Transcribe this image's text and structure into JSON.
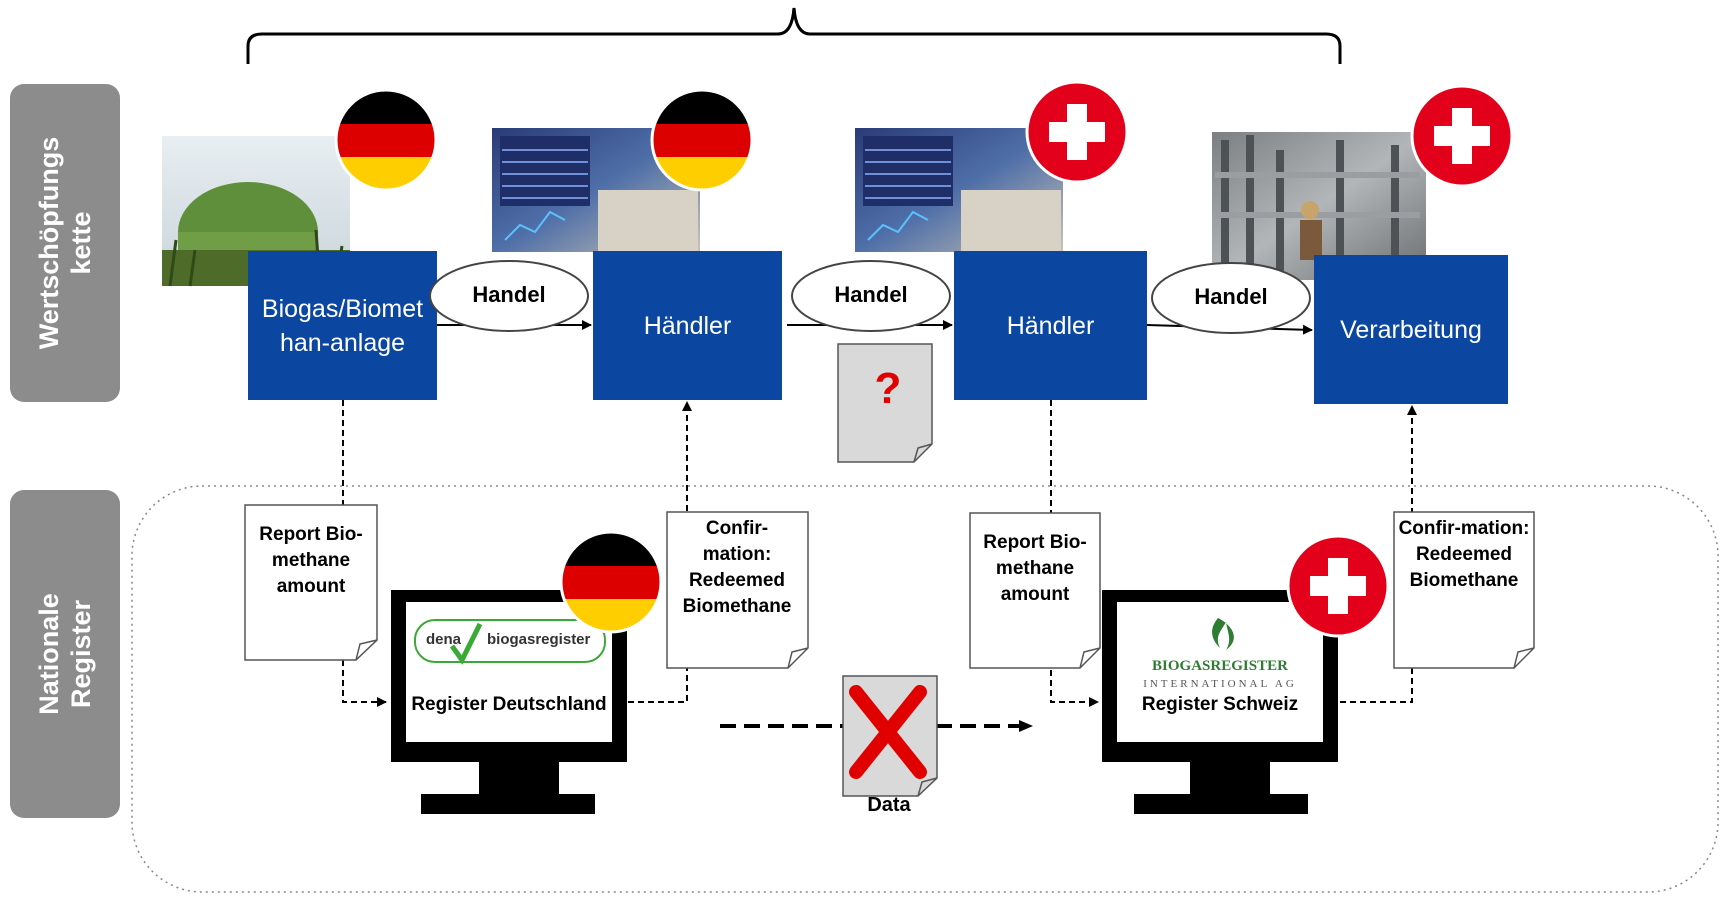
{
  "side_labels": {
    "value_chain": "Wertschöpfungs kette",
    "national_registers": "Nationale Register"
  },
  "chain_nodes": [
    {
      "label": "Biogas/Biomethan-anlage",
      "country": "Deutschland"
    },
    {
      "label": "Händler",
      "country": "Deutschland"
    },
    {
      "label": "Händler",
      "country": "Schweiz"
    },
    {
      "label": "Verarbeitung",
      "country": "Schweiz"
    }
  ],
  "trade_labels": [
    "Handel",
    "Handel",
    "Handel"
  ],
  "unknown_document": "?",
  "documents": {
    "report_de": "Report Bio-methane amount",
    "confirmation_de": "Confir-mation: Redeemed Biomethane",
    "report_ch": "Report Bio-methane amount",
    "confirmation_ch": "Confir-mation: Redeemed Biomethane"
  },
  "registers": {
    "de": {
      "name": "Register Deutschland",
      "logo_left": "dena",
      "logo_right": "biogasregister"
    },
    "ch": {
      "name": "Register Schweiz",
      "logo_line1": "BIOGASREGISTER",
      "logo_line2": "INTERNATIONAL AG"
    }
  },
  "data_transfer": {
    "label": "Data",
    "status": "blocked"
  },
  "colors": {
    "box_blue": "#0b47a1",
    "side_grey": "#8c8c8c",
    "swiss_red": "#e3001b",
    "cross_red": "#e00000"
  },
  "icons": [
    "flag-de-icon",
    "flag-ch-icon",
    "x-mark-icon",
    "monitor-icon",
    "document-icon"
  ]
}
